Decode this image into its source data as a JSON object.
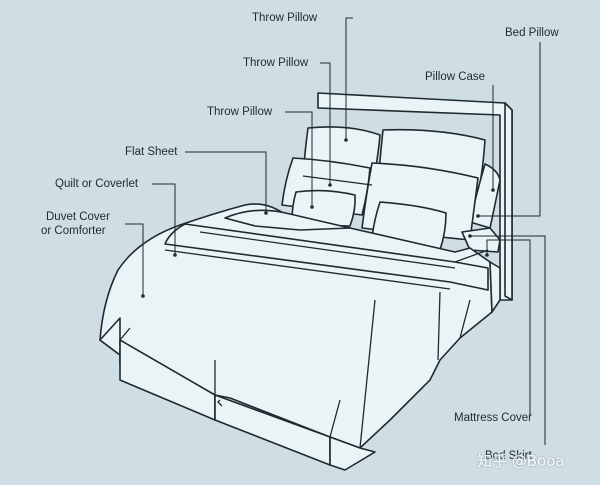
{
  "diagram": {
    "labels": {
      "throw_pillow_top": "Throw Pillow",
      "throw_pillow_mid": "Throw Pillow",
      "throw_pillow_low": "Throw Pillow",
      "bed_pillow": "Bed Pillow",
      "pillow_case": "Pillow Case",
      "flat_sheet": "Flat Sheet",
      "quilt": "Quilt or Coverlet",
      "duvet_line1": "Duvet Cover",
      "duvet_line2": "or Comforter",
      "mattress_cover": "Mattress Cover",
      "bed_skirt": "Bed Skirt"
    },
    "colors": {
      "background": "#cfdee5",
      "fill": "#eaf3f6",
      "line": "#1e2a30"
    }
  },
  "watermark": "知乎 @Booa"
}
